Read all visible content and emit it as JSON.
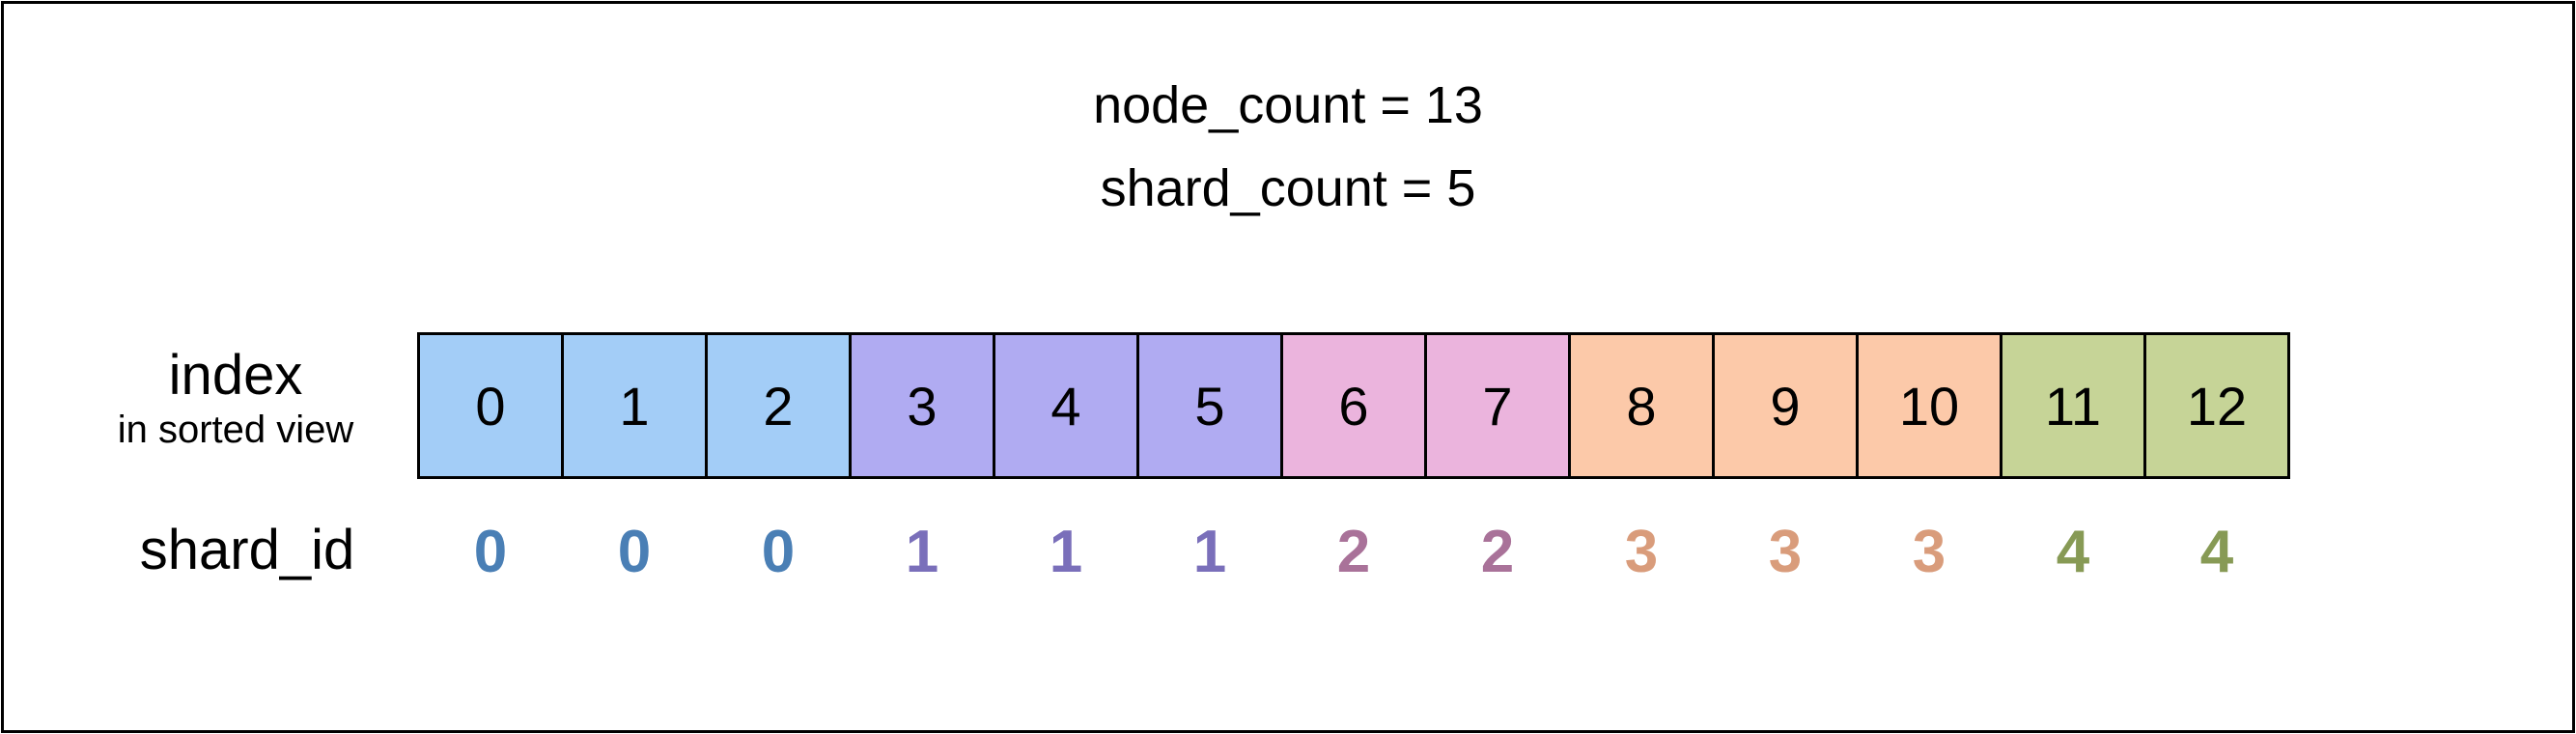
{
  "params": {
    "line1": "node_count = 13",
    "line2": "shard_count = 5"
  },
  "labels": {
    "index": "index",
    "index_sub": "in sorted view",
    "shard_id": "shard_id"
  },
  "shard_colors": [
    {
      "fill": "#a3cdf7",
      "text": "#4a7fb5"
    },
    {
      "fill": "#b0abf2",
      "text": "#7a6fba"
    },
    {
      "fill": "#ebb4dd",
      "text": "#a97299"
    },
    {
      "fill": "#fcc9a9",
      "text": "#d99c7b"
    },
    {
      "fill": "#c6d497",
      "text": "#879a55"
    }
  ],
  "nodes": [
    {
      "index": "0",
      "shard": "0"
    },
    {
      "index": "1",
      "shard": "0"
    },
    {
      "index": "2",
      "shard": "0"
    },
    {
      "index": "3",
      "shard": "1"
    },
    {
      "index": "4",
      "shard": "1"
    },
    {
      "index": "5",
      "shard": "1"
    },
    {
      "index": "6",
      "shard": "2"
    },
    {
      "index": "7",
      "shard": "2"
    },
    {
      "index": "8",
      "shard": "3"
    },
    {
      "index": "9",
      "shard": "3"
    },
    {
      "index": "10",
      "shard": "3"
    },
    {
      "index": "11",
      "shard": "4"
    },
    {
      "index": "12",
      "shard": "4"
    }
  ]
}
